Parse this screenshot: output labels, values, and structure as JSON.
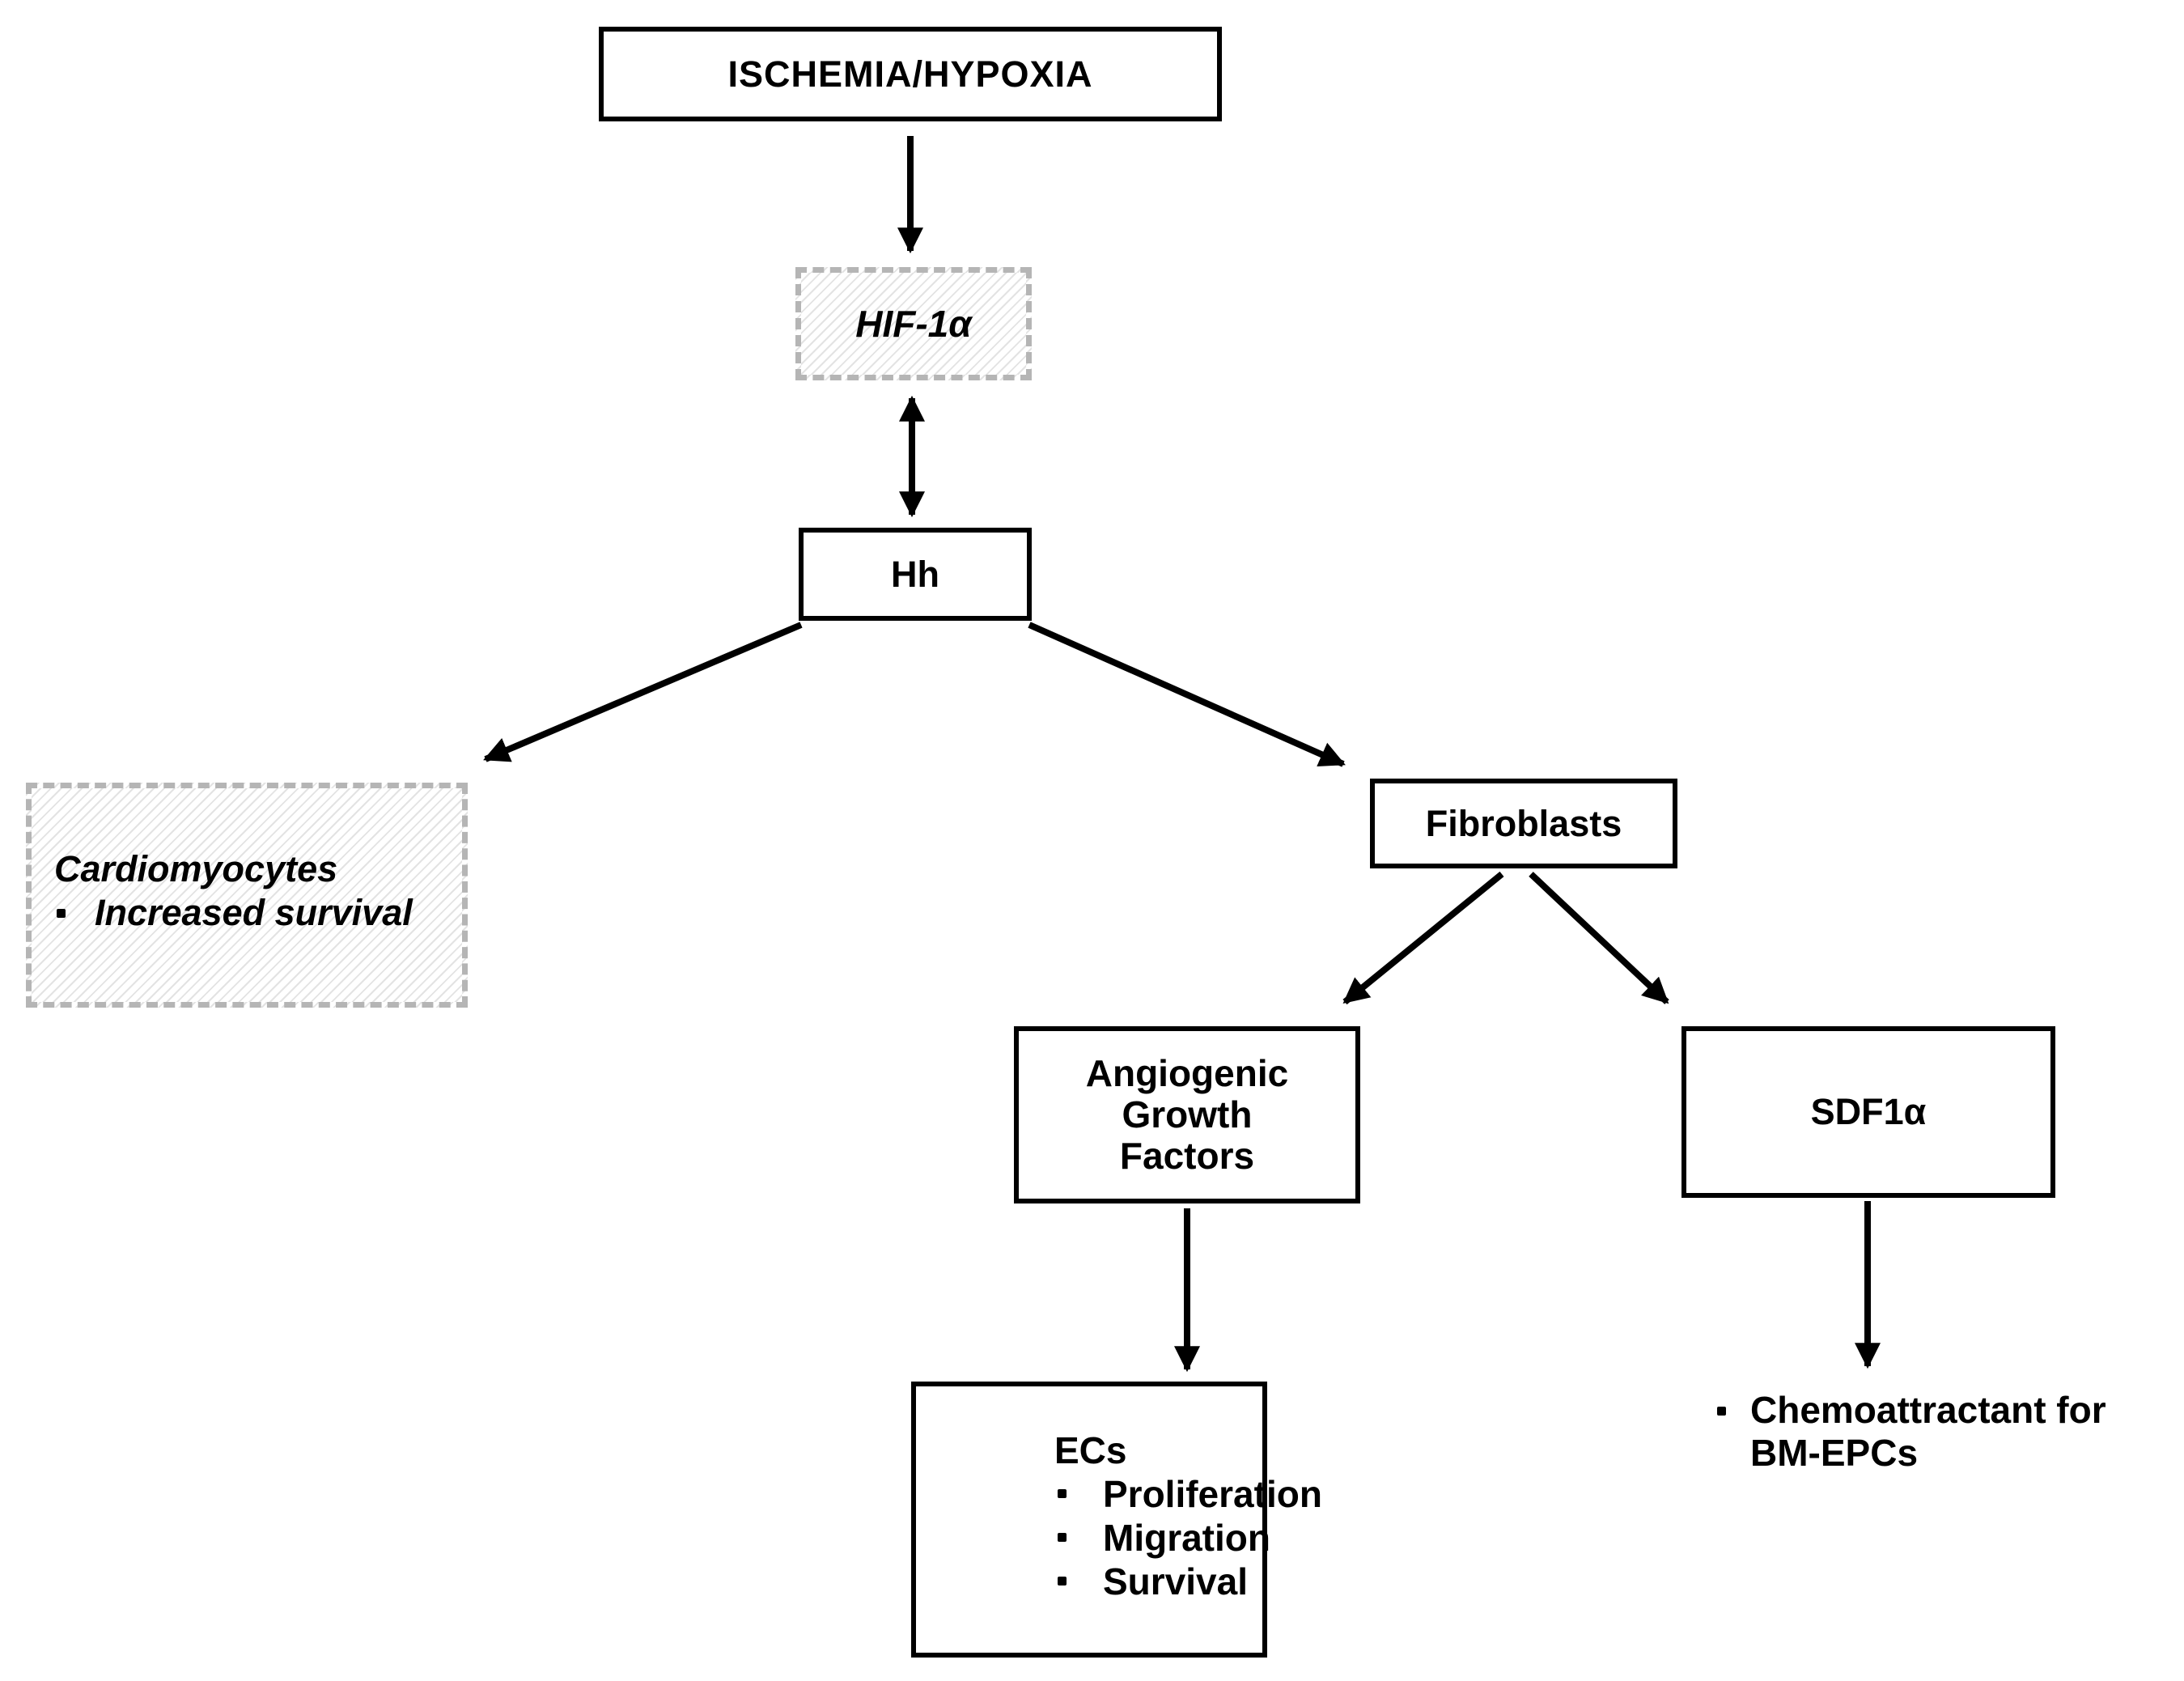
{
  "figure": {
    "description_note": "Hedgehog ischemia signaling flowchart",
    "nodes": {
      "ischemia": {
        "label": "ISCHEMIA/HYPOXIA"
      },
      "hif1a": {
        "label": "HIF-1α"
      },
      "hh": {
        "label": "Hh"
      },
      "cardiomyocytes": {
        "title": "Cardiomyocytes",
        "bullets": [
          "Increased survival"
        ]
      },
      "fibroblasts": {
        "label": "Fibroblasts"
      },
      "agf": {
        "label": "Angiogenic\nGrowth Factors"
      },
      "sdf1a": {
        "label": "SDF1α"
      },
      "ecs": {
        "title": "ECs",
        "bullets": [
          "Proliferation",
          "Migration",
          "Survival"
        ]
      },
      "bm_epcs": {
        "bullets": [
          "Chemoattractant for\nBM-EPCs"
        ]
      }
    },
    "colors": {
      "background": "#ffffff",
      "solid_border": "#000000",
      "dashed_border": "#b5b5b5",
      "hatch_line": "#e3e3e3",
      "arrow": "#000000",
      "text": "#000000"
    }
  }
}
